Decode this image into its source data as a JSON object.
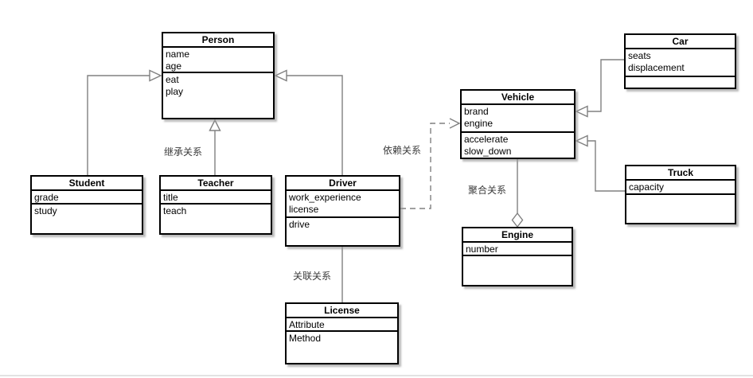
{
  "classes": {
    "person": {
      "title": "Person",
      "attributes": [
        "name",
        "age"
      ],
      "methods": [
        "eat",
        "play"
      ]
    },
    "student": {
      "title": "Student",
      "attributes": [
        "grade"
      ],
      "methods": [
        "study"
      ]
    },
    "teacher": {
      "title": "Teacher",
      "attributes": [
        "title"
      ],
      "methods": [
        "teach"
      ]
    },
    "driver": {
      "title": "Driver",
      "attributes": [
        "work_experience",
        "license"
      ],
      "methods": [
        "drive"
      ]
    },
    "license": {
      "title": "License",
      "attributes": [
        "Attribute"
      ],
      "methods": [
        "Method"
      ]
    },
    "vehicle": {
      "title": "Vehicle",
      "attributes": [
        "brand",
        "engine"
      ],
      "methods": [
        "accelerate",
        "slow_down"
      ]
    },
    "engine": {
      "title": "Engine",
      "attributes": [
        "number"
      ],
      "methods": []
    },
    "car": {
      "title": "Car",
      "attributes": [
        "seats",
        "displacement"
      ],
      "methods": []
    },
    "truck": {
      "title": "Truck",
      "attributes": [
        "capacity"
      ],
      "methods": []
    }
  },
  "edge_labels": {
    "inheritance": "继承关系",
    "dependency": "依赖关系",
    "association": "关联关系",
    "aggregation": "聚合关系"
  },
  "colors": {
    "line": "#808080",
    "box_border": "#000000",
    "box_fill": "#ffffff",
    "label_text": "#3b3b3b"
  }
}
